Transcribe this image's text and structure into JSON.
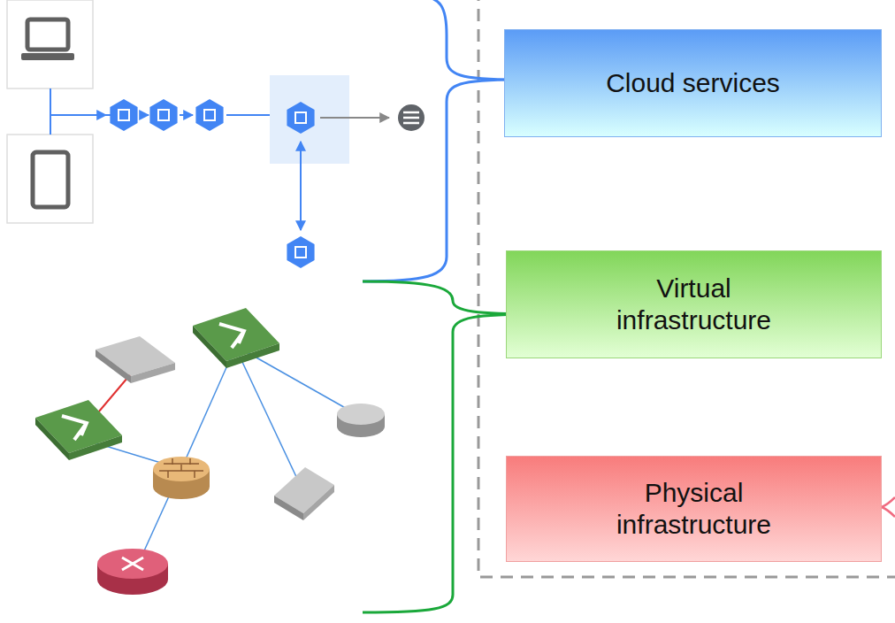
{
  "diagram": {
    "nodes": [
      {
        "text": [
          "Cloud services"
        ]
      },
      {
        "text": [
          "Virtual infrastructure"
        ]
      },
      {
        "text": [
          "Physical infrastructure"
        ]
      }
    ]
  }
}
